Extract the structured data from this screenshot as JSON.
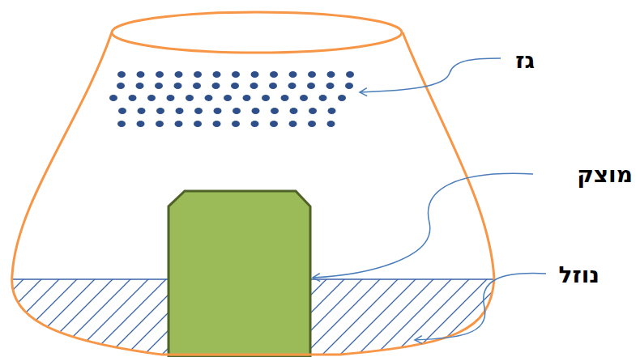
{
  "diagram": {
    "labels": [
      "גז",
      "מוצק",
      "נוזל"
    ]
  }
}
